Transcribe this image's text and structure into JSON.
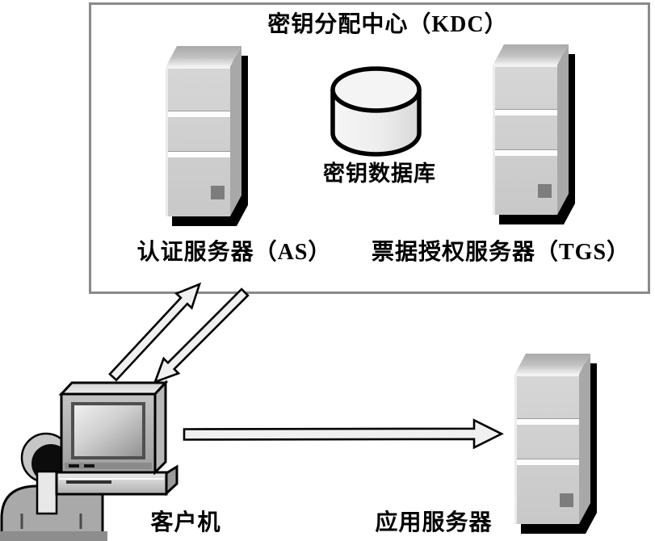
{
  "kdc": {
    "title": "密钥分配中心（KDC）"
  },
  "nodes": {
    "key_database": {
      "label": "密钥数据库",
      "shape": "cylinder"
    },
    "as_server": {
      "label": "认证服务器（AS）",
      "shape": "server-tower"
    },
    "tgs_server": {
      "label": "票据授权服务器（TGS）",
      "shape": "server-tower"
    },
    "client": {
      "label": "客户机",
      "shape": "person-at-computer"
    },
    "app_server": {
      "label": "应用服务器",
      "shape": "server-tower"
    }
  },
  "edges": [
    {
      "from": "client",
      "to": "kdc",
      "style": "hollow-arrow",
      "direction": "up-right"
    },
    {
      "from": "kdc",
      "to": "client",
      "style": "hollow-arrow",
      "direction": "down-left"
    },
    {
      "from": "client",
      "to": "app_server",
      "style": "hollow-arrow",
      "direction": "right"
    }
  ],
  "colors": {
    "background": "#ffffff",
    "box_border": "#8a8a8a",
    "tower_front": "#c8c8c8",
    "tower_side": "#a8a8a8",
    "tower_shadow": "#000000",
    "arrow_fill": "#f0f0f0",
    "arrow_stroke": "#000000",
    "text": "#000000"
  }
}
